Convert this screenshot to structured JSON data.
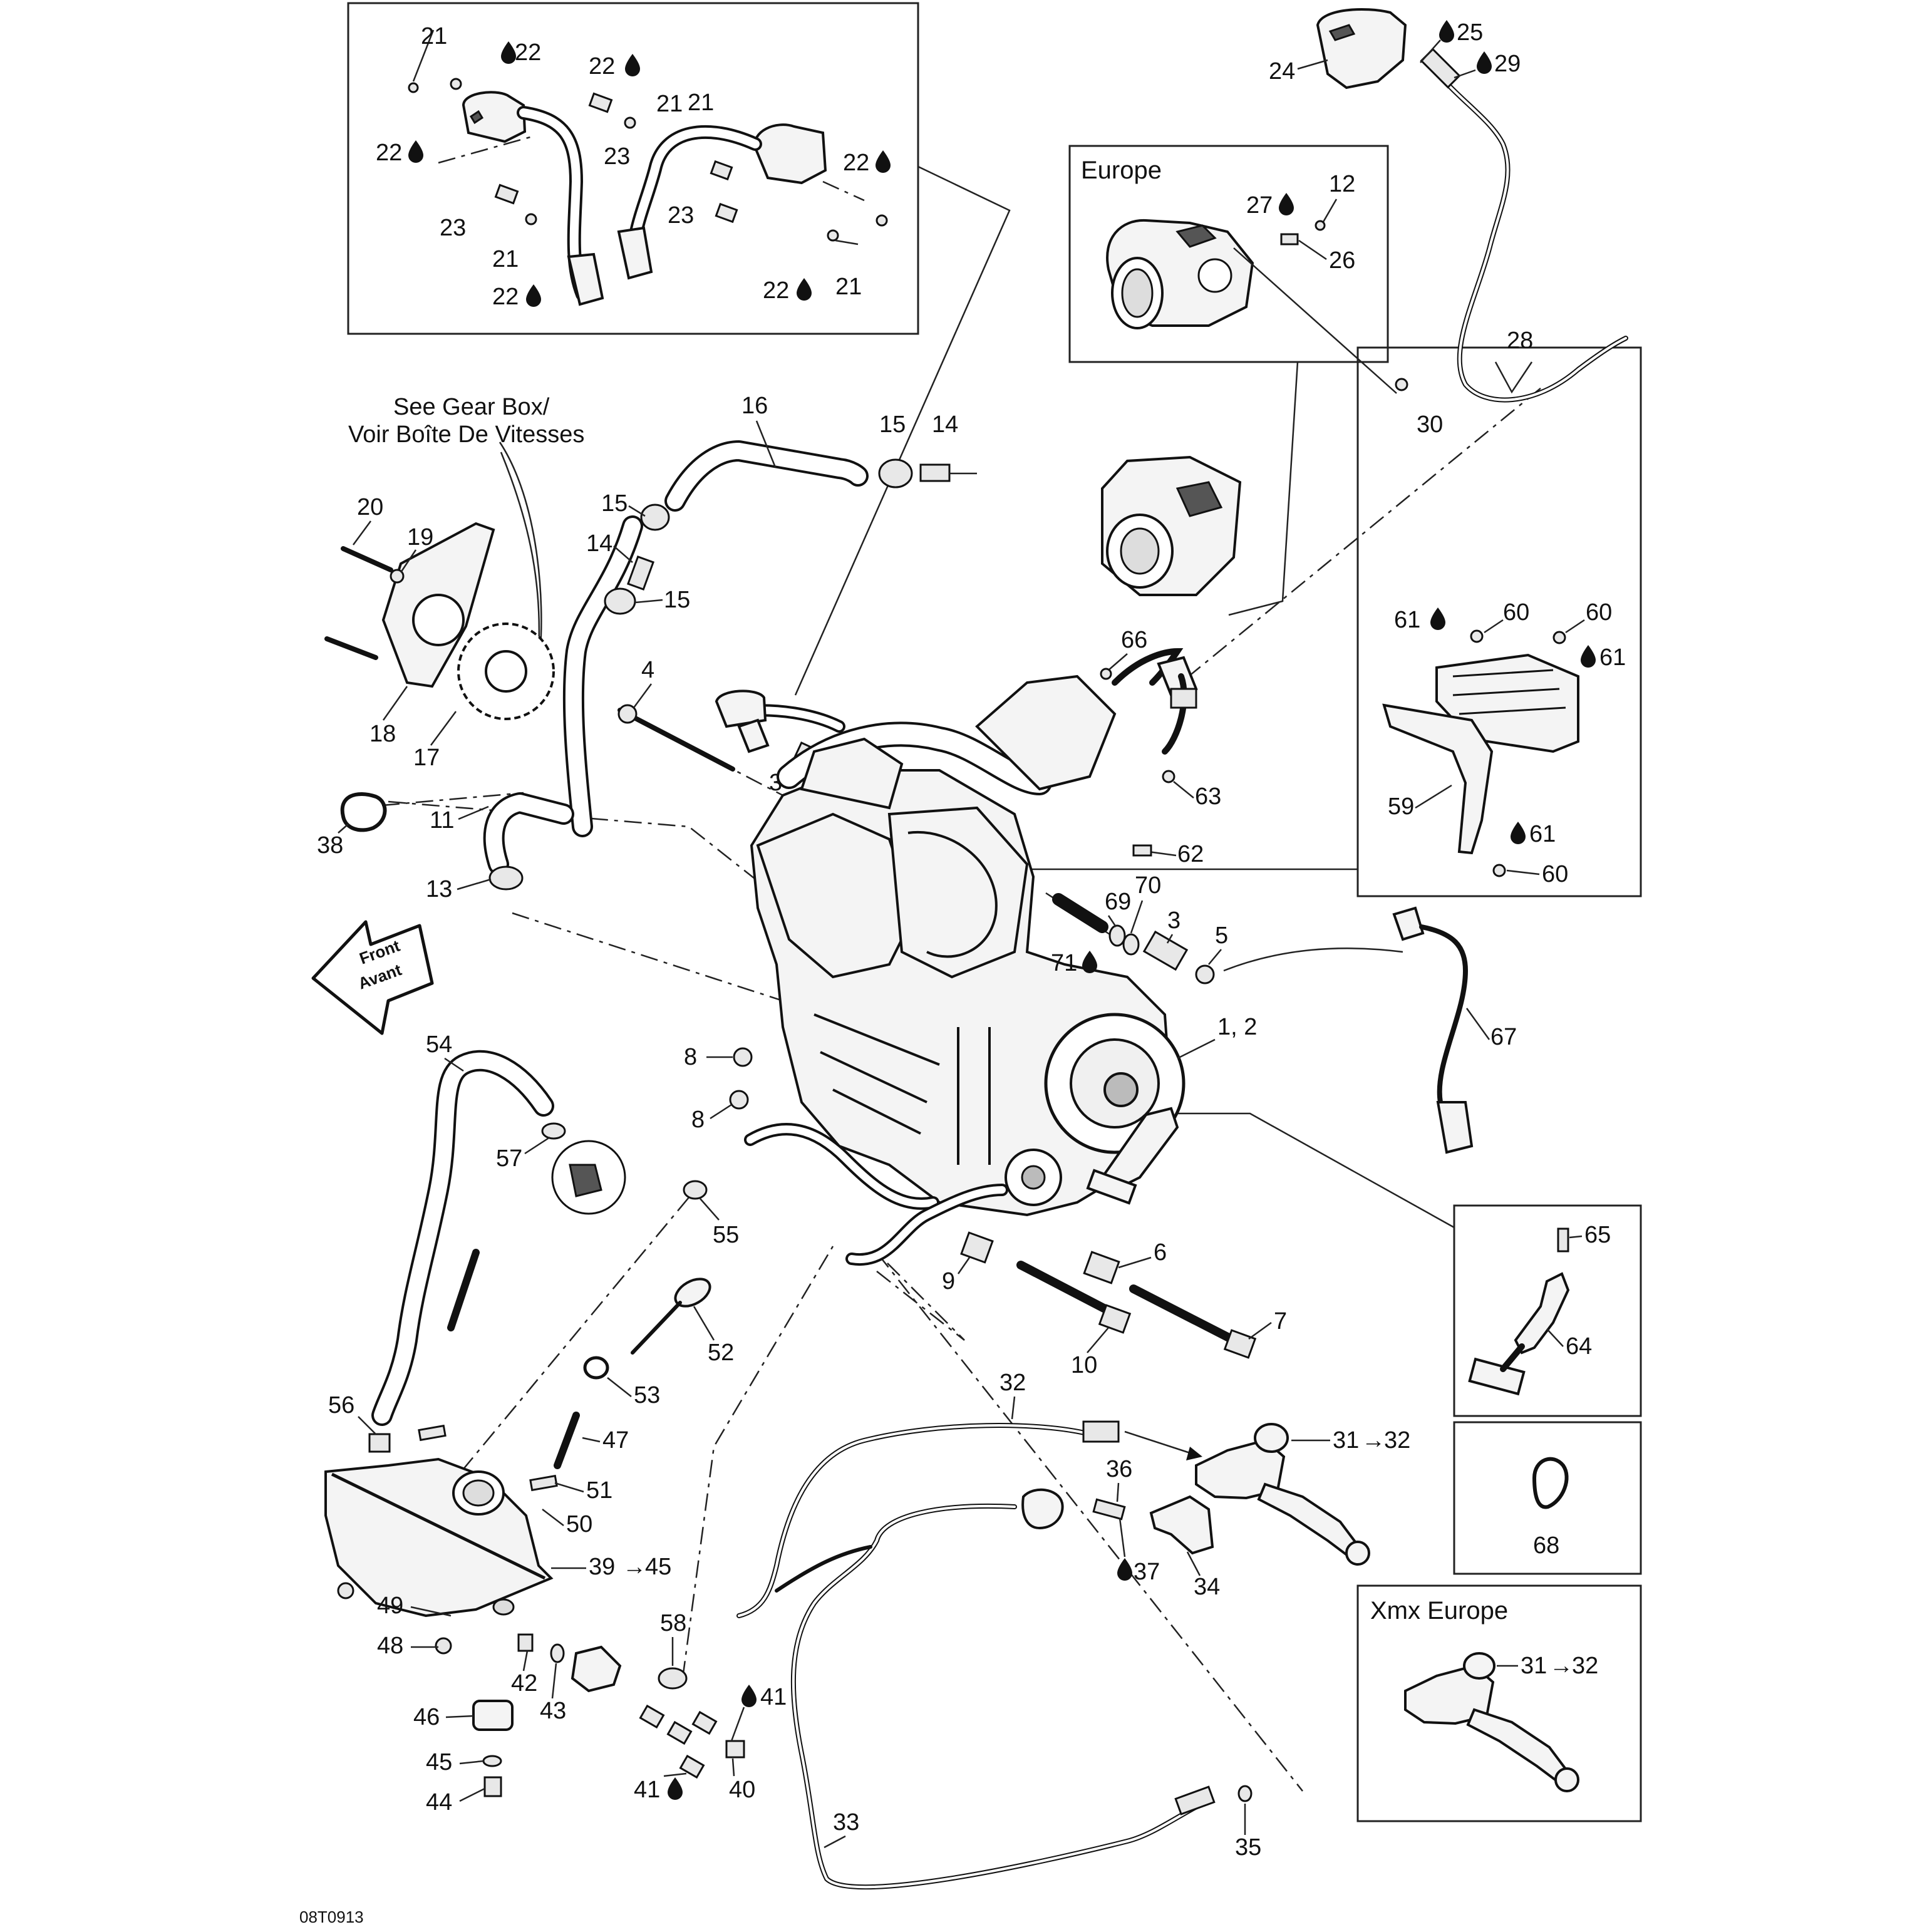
{
  "labels": {
    "l1": "21",
    "l2": "22",
    "l3": "22",
    "l4": "21",
    "l5": "22",
    "l6": "23",
    "l7": "21",
    "l8": "23",
    "l9": "23",
    "l10": "22",
    "l11": "21",
    "l12": "22",
    "l13": "22",
    "l14": "21",
    "l15": "16",
    "l16": "15",
    "l17": "14",
    "l18": "15",
    "l19": "14",
    "l20": "15",
    "l21": "20",
    "l22": "19",
    "l23": "18",
    "l24": "17",
    "l25": "4",
    "l26": "3",
    "l27": "38",
    "l28": "11",
    "l29": "13",
    "l30": "24",
    "l31": "25",
    "l32": "29",
    "l33": "27",
    "l34": "12",
    "l35": "26",
    "l36": "28",
    "l37": "30",
    "l38": "66",
    "l39": "63",
    "l40": "62",
    "l41": "61",
    "l42": "60",
    "l43": "60",
    "l44": "61",
    "l45": "59",
    "l46": "61",
    "l47": "60",
    "l48": "69",
    "l49": "70",
    "l50": "3",
    "l51": "71",
    "l52": "5",
    "l53": "1, 2",
    "l54": "67",
    "l55": "54",
    "l56": "57",
    "l57": "8",
    "l58": "8",
    "l59": "55",
    "l60": "9",
    "l61": "6",
    "l62": "7",
    "l63": "10",
    "l64": "65",
    "l65": "64",
    "l66": "68",
    "l67": "52",
    "l68": "53",
    "l69": "47",
    "l70": "51",
    "l71": "50",
    "l72": "56",
    "l73": "39",
    "l74": "45",
    "l75": "49",
    "l76": "48",
    "l77": "42",
    "l78": "43",
    "l79": "46",
    "l80": "45",
    "l81": "44",
    "l82": "58",
    "l83": "41",
    "l84": "41",
    "l85": "40",
    "l86": "32",
    "l87": "31",
    "l88": "32",
    "l89": "36",
    "l90": "37",
    "l91": "34",
    "l92": "33",
    "l93": "35",
    "l94": "31",
    "l95": "32"
  },
  "boxes": {
    "europe_title": "Europe",
    "xmx_title": "Xmx Europe"
  },
  "notes": {
    "see_gear_box_line1": "See Gear Box/",
    "see_gear_box_line2": "Voir Boîte De Vitesses",
    "front_line1": "Front",
    "front_line2": "Avant",
    "drawing_code": "08T0913"
  },
  "colors": {
    "ink": "#111111",
    "paper": "#ffffff"
  }
}
